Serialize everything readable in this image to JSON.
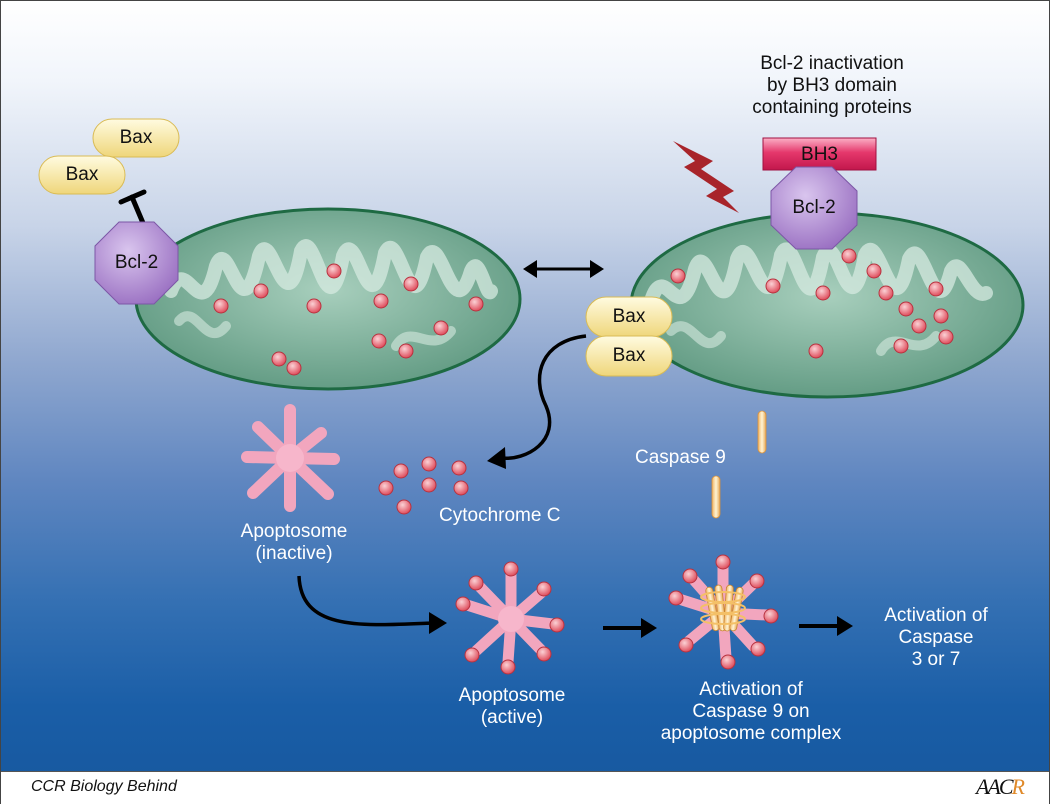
{
  "labels": {
    "bcl2_inactivation": [
      "Bcl-2 inactivation",
      "by BH3 domain",
      "containing proteins"
    ],
    "bh3": "BH3",
    "bcl2_left": "Bcl-2",
    "bcl2_right": "Bcl-2",
    "bax_top": "Bax",
    "bax_bottom": "Bax",
    "bax_mid_top": "Bax",
    "bax_mid_bottom": "Bax",
    "caspase9": "Caspase 9",
    "cytochrome_c": "Cytochrome C",
    "apoptosome_inactive": [
      "Apoptosome",
      "(inactive)"
    ],
    "apoptosome_active": [
      "Apoptosome",
      "(active)"
    ],
    "activation_caspase9": [
      "Activation of",
      "Caspase 9 on",
      "apoptosome complex"
    ],
    "activation_caspase37": [
      "Activation of",
      "Caspase",
      "3 or 7"
    ]
  },
  "footer": {
    "title": "CCR Biology Behind",
    "logo_main": "AAC",
    "logo_accent": "R"
  },
  "colors": {
    "mitochondria": "#5f9a80",
    "bax": "#f8e9a0",
    "bcl2": "#a47fc8",
    "bh3": "#e53b6e",
    "cytochrome": "#e7616f",
    "apoptosome": "#f2a6be",
    "lightning": "#a8242a"
  }
}
